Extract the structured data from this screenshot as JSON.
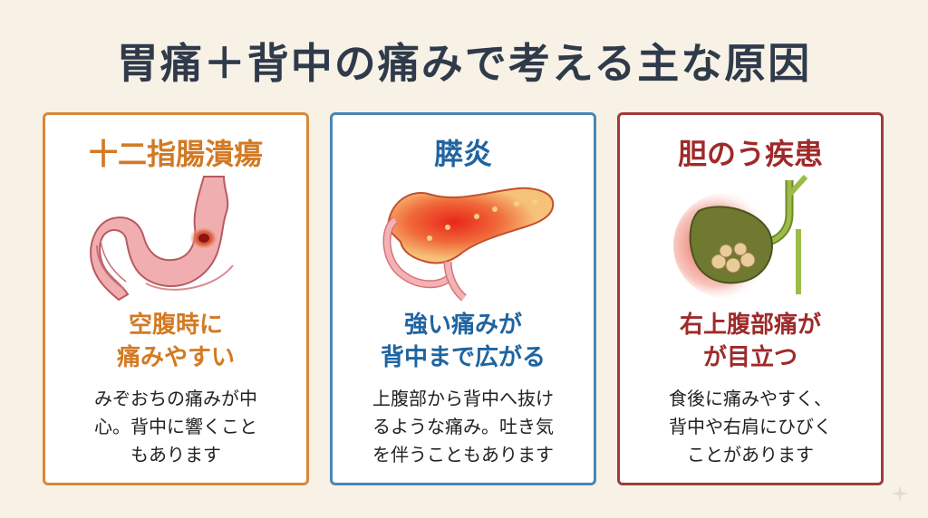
{
  "title": "胃痛＋背中の痛みで考える主な原因",
  "cards": [
    {
      "title": "十二指腸潰瘍",
      "icon": "stomach-ulcer-illustration",
      "highlight": [
        "空腹時に",
        "痛みやすい"
      ],
      "description": [
        "みぞおちの痛みが中",
        "心。背中に響くこと",
        "もあります"
      ],
      "accent": "#d9883a"
    },
    {
      "title": "膵炎",
      "icon": "inflamed-pancreas-illustration",
      "highlight": [
        "強い痛みが",
        "背中まで広がる"
      ],
      "description": [
        "上腹部から背中へ抜け",
        "るような痛み。吐き気",
        "を伴うこともあります"
      ],
      "accent": "#4a86b4"
    },
    {
      "title": "胆のう疾患",
      "icon": "gallbladder-stones-illustration",
      "highlight": [
        "右上腹部痛が",
        "が目立つ"
      ],
      "description": [
        "食後に痛みやすく、",
        "背中や右肩にひびく",
        "ことがあります"
      ],
      "accent": "#a23a3a"
    }
  ]
}
